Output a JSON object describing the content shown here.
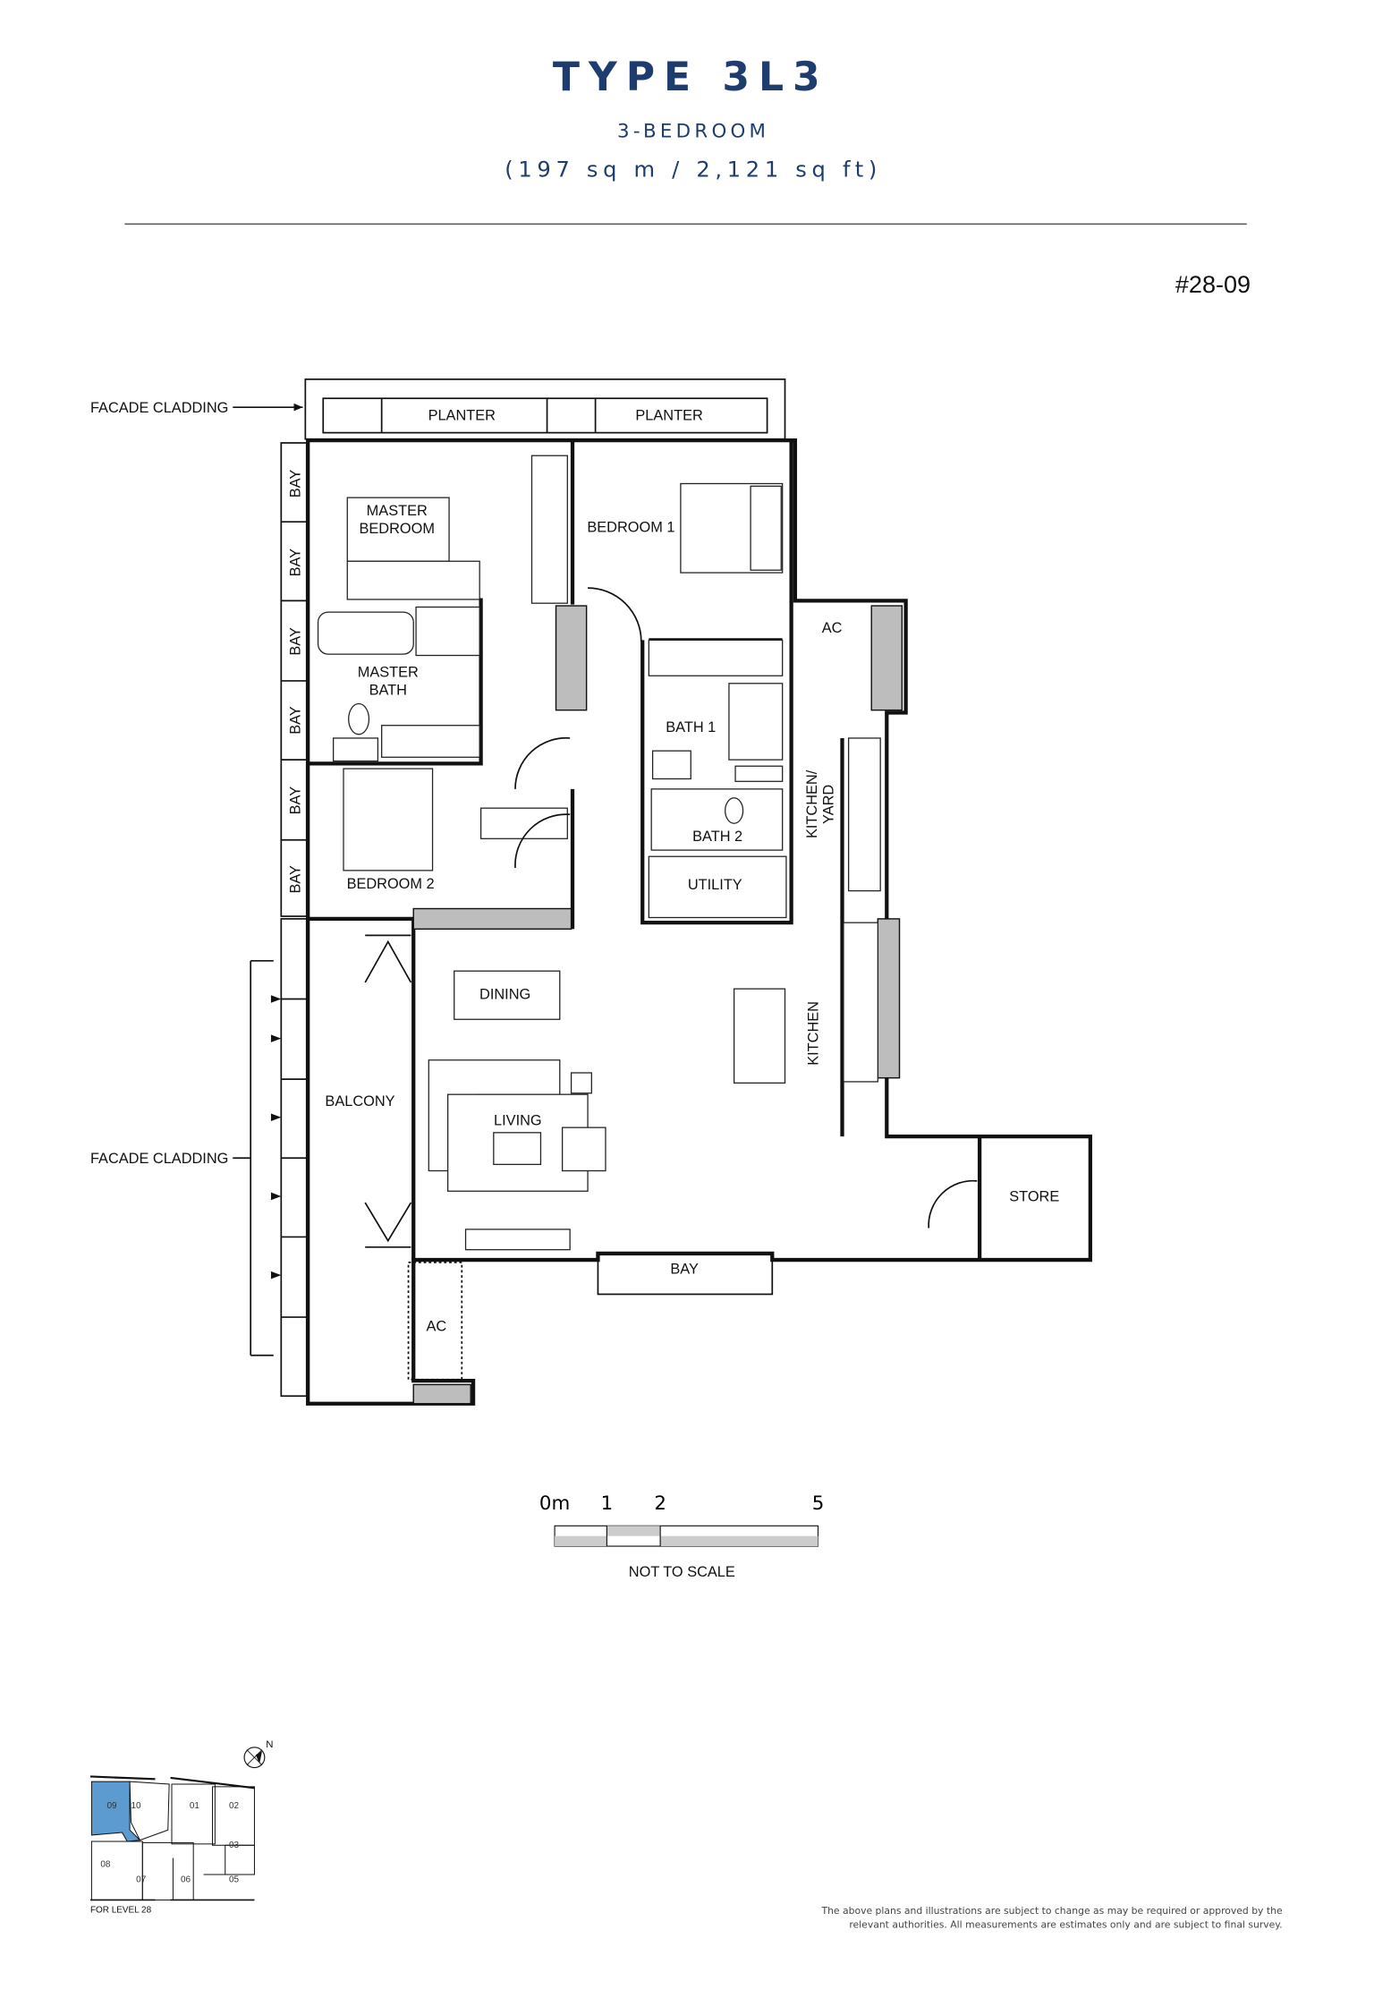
{
  "header": {
    "title": "TYPE 3L3",
    "subtitle": "3-BEDROOM",
    "area": "(197 sq m / 2,121 sq ft)",
    "unit_number": "#28-09",
    "accent_color": "#1e3d6e"
  },
  "plan": {
    "facade_cladding_top": "FACADE CLADDING",
    "facade_cladding_left": "FACADE CLADDING",
    "planter_1": "PLANTER",
    "planter_2": "PLANTER",
    "bay": "BAY",
    "master_bedroom_1": "MASTER",
    "master_bedroom_2": "BEDROOM",
    "master_bath_1": "MASTER",
    "master_bath_2": "BATH",
    "bedroom_1": "BEDROOM  1",
    "bedroom_2": "BEDROOM  2",
    "bath_1": "BATH  1",
    "bath_2": "BATH  2",
    "utility": "UTILITY",
    "ac_top": "AC",
    "ac_bottom": "AC",
    "kitchen_yard_1": "KITCHEN/",
    "kitchen_yard_2": "YARD",
    "kitchen": "KITCHEN",
    "dining": "DINING",
    "living": "LIVING",
    "balcony": "BALCONY",
    "store": "STORE",
    "bay_bottom": "BAY"
  },
  "scale_bar": {
    "ticks": [
      "0m",
      "1",
      "2",
      "5"
    ],
    "note": "NOT TO SCALE"
  },
  "key_plan": {
    "units": [
      "09",
      "10",
      "01",
      "02",
      "03",
      "05",
      "06",
      "07",
      "08"
    ],
    "highlighted_unit": "09",
    "highlight_color": "#5b9bd0",
    "north": "N",
    "level_label": "FOR LEVEL 28"
  },
  "disclaimer": {
    "line1": "The above plans and illustrations are subject to change as may be required or approved by the",
    "line2": "relevant authorities. All measurements are estimates only and are subject to final survey."
  }
}
